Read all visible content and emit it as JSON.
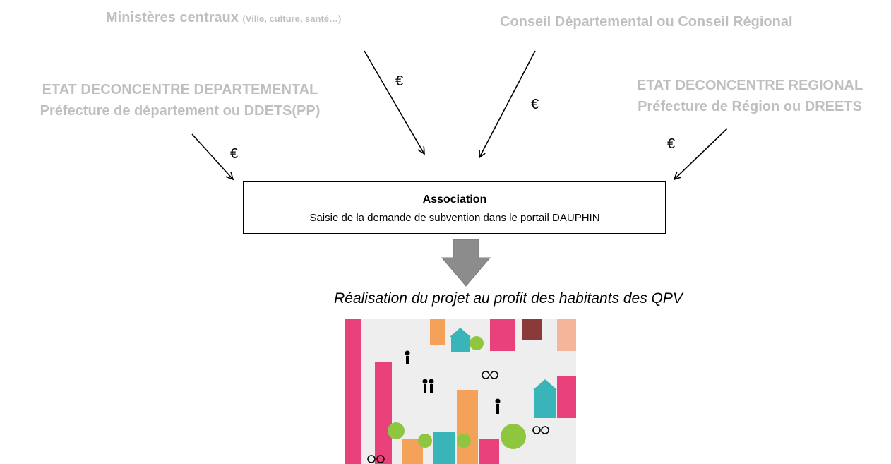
{
  "sources": {
    "ministeres": {
      "main": "Ministères centraux",
      "detail": "(Ville, culture, santé…)"
    },
    "conseil": "Conseil Départemental ou Conseil Régional",
    "departemental": {
      "line1": "ETAT DECONCENTRE DEPARTEMENTAL",
      "line2": "Préfecture de département ou DDETS(PP)"
    },
    "regional": {
      "line1": "ETAT DECONCENTRE REGIONAL",
      "line2": "Préfecture de Région ou DREETS"
    }
  },
  "currency_symbol": "€",
  "association": {
    "title": "Association",
    "subtitle": "Saisie de la demande de subvention dans le portail DAUPHIN"
  },
  "result": "Réalisation du projet au profit des habitants des QPV",
  "colors": {
    "source_text": "#bfbfbf",
    "big_arrow": "#8c8c8c"
  }
}
